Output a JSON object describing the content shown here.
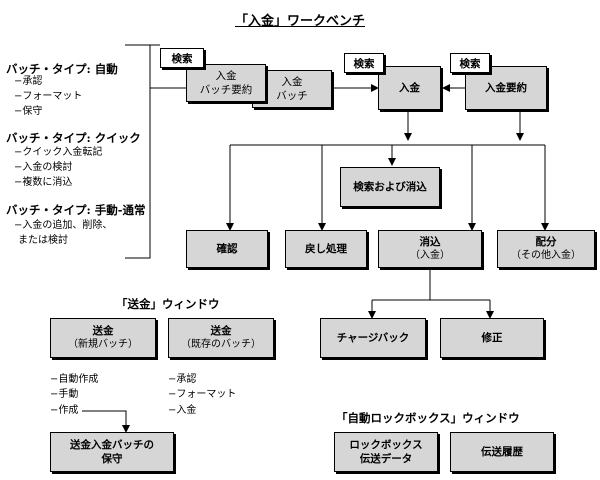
{
  "title": "「入金」ワークベンチ",
  "left_panel": {
    "sections": [
      {
        "heading": "バッチ・タイプ: 自動",
        "items": [
          "承認",
          "フォーマット",
          "保守"
        ]
      },
      {
        "heading": "バッチ・タイプ: クイック",
        "items": [
          "クイック入金転記",
          "入金の検討",
          "複数に消込"
        ]
      },
      {
        "heading": "バッチ・タイプ: 手動-通常",
        "items": [
          "入金の追加、削除、",
          "または検討"
        ]
      }
    ]
  },
  "top": {
    "search_labels": [
      "検索",
      "検索",
      "検索"
    ],
    "batch_summary": [
      "入金",
      "バッチ要約"
    ],
    "batch": [
      "入金",
      "バッチ"
    ],
    "receipt": "入金",
    "receipt_summary": "入金要約"
  },
  "middle": {
    "search_and_apply": "検索および消込",
    "confirm": "確認",
    "reverse": "戻し処理",
    "apply": [
      "消込",
      "（入金）"
    ],
    "distribute": [
      "配分",
      "（その他入金）"
    ],
    "chargeback": "チャージバック",
    "correction": "修正"
  },
  "remittance": {
    "heading": "「送金」ウィンドウ",
    "new_batch": [
      "送金",
      "（新規バッチ）"
    ],
    "existing_batch": [
      "送金",
      "（既存のバッチ）"
    ],
    "left_items": [
      "自動作成",
      "手動",
      "作成"
    ],
    "right_items": [
      "承認",
      "フォーマット",
      "入金"
    ],
    "maintain_batch": [
      "送金入金バッチの",
      "保守"
    ]
  },
  "lockbox": {
    "heading": "「自動ロックボックス」ウィンドウ",
    "transmission_data": [
      "ロックボックス",
      "伝送データ"
    ],
    "transmission_history": "伝送履歴"
  },
  "colors": {
    "box_fill": "#d6d6d6",
    "line": "#000000"
  }
}
